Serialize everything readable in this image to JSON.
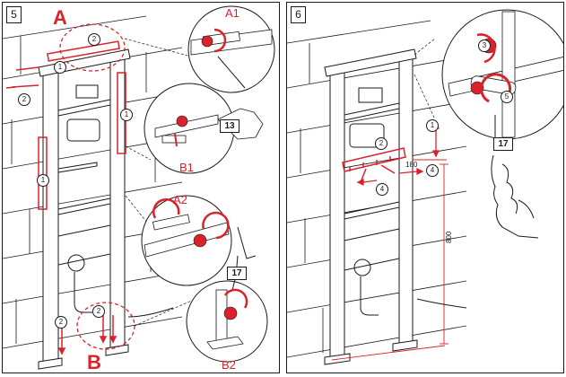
{
  "panel_left": {
    "step": "5",
    "letters": {
      "a": "A",
      "b": "B"
    },
    "details": {
      "a1": "A1",
      "a2": "A2",
      "b1": "B1",
      "b2": "B2"
    },
    "wrench_sizes": {
      "b1": "13",
      "a2": "17"
    },
    "callouts": {
      "c1": "1",
      "c2": "2"
    }
  },
  "panel_right": {
    "step": "6",
    "wrench_size": "17",
    "dimensions": {
      "height": "800",
      "width": "180"
    },
    "callouts": {
      "c1": "1",
      "c2": "2",
      "c3": "3",
      "c4": "4",
      "c5": "5"
    }
  },
  "colors": {
    "accent": "#d8232a",
    "line": "#1a1a1a"
  }
}
